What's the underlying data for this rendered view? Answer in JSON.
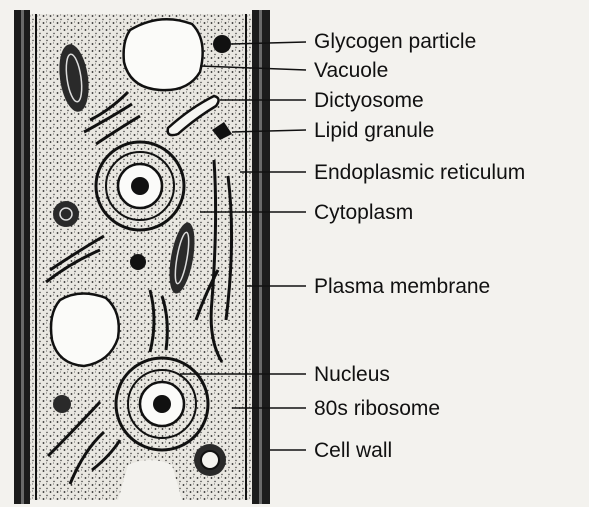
{
  "diagram": {
    "labels": [
      "Glycogen particle",
      "Vacuole",
      "Dictyosome",
      "Lipid granule",
      "Endoplasmic reticulum",
      "Cytoplasm",
      "Plasma membrane",
      "Nucleus",
      "80s ribosome",
      "Cell wall"
    ]
  }
}
